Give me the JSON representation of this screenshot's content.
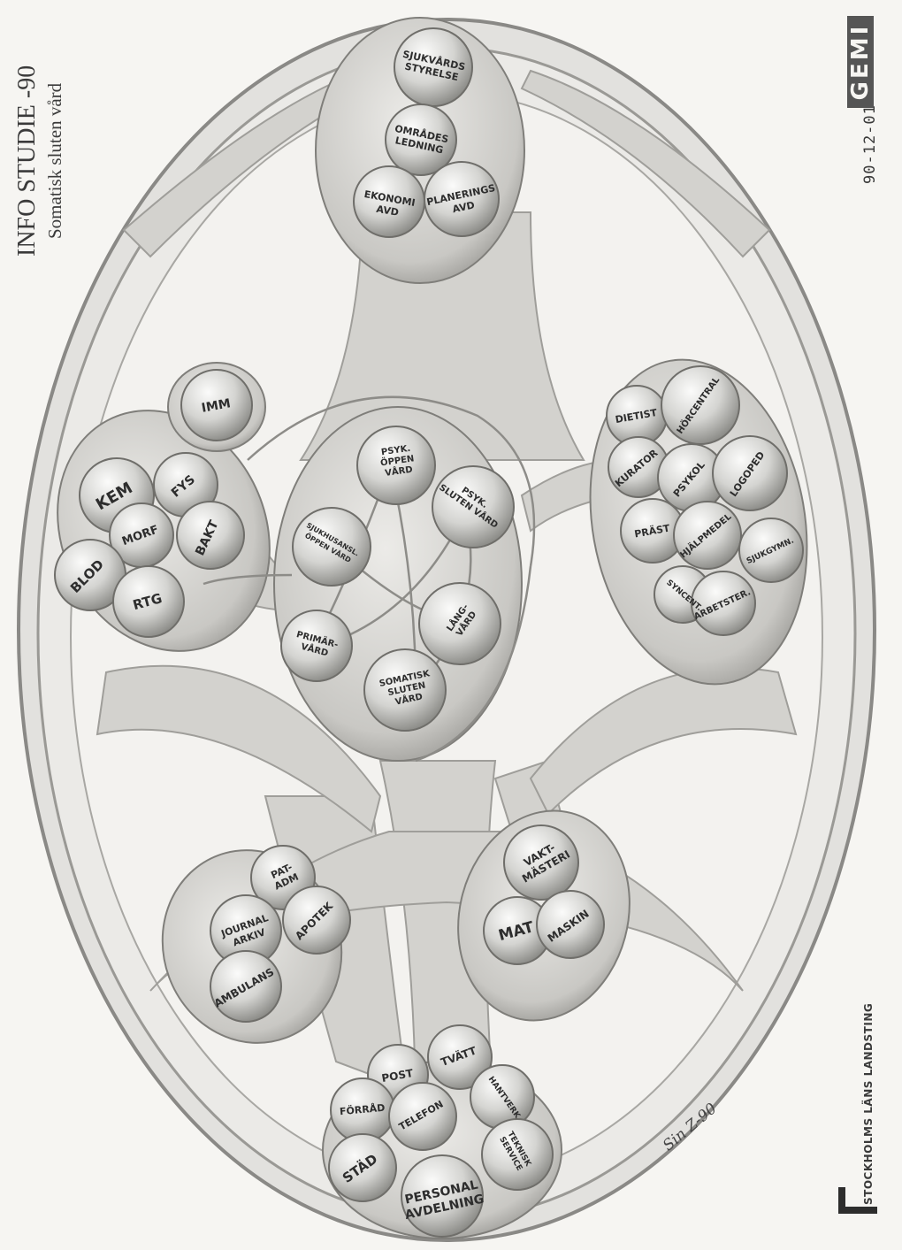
{
  "header": {
    "title": "INFO STUDIE -90",
    "subtitle": "Somatisk sluten vård",
    "date": "90-12-01",
    "brand": "GEMI"
  },
  "footer": {
    "publisher": "STOCKHOLMS LÄNS LANDSTING",
    "signature": "Sin Z-90"
  },
  "diagram": {
    "top_cluster": [
      "SJUKVÅRDS STYRELSE",
      "OMRÅDES LEDNING",
      "EKONOMI AVD",
      "PLANERINGS AVD"
    ],
    "left_cluster": [
      "IMM",
      "KEM",
      "FYS",
      "MORF",
      "BAKT",
      "BLOD",
      "RTG"
    ],
    "center_cluster": [
      "PSYK. ÖPPEN VÅRD",
      "PSYK. SLUTEN VÅRD",
      "SJUKHUSANSL. ÖPPEN VÅRD",
      "PRIMÄR-VÅRD",
      "LÅNG-VÅRD",
      "SOMATISK SLUTEN VÅRD"
    ],
    "right_cluster": [
      "DIETIST",
      "HÖRCENTRAL",
      "KURATOR",
      "PSYKOL",
      "LOGOPED",
      "PRÄST",
      "HJÄLPMEDEL",
      "SJUKGYMN.",
      "SYNCENT.",
      "ARBETSTER."
    ],
    "bottom_left_cluster": [
      "PAT-ADM",
      "JOURNAL ARKIV",
      "APOTEK",
      "AMBULANS"
    ],
    "bottom_right_cluster": [
      "VAKT-MÄSTERI",
      "MAT",
      "MASKIN"
    ],
    "bottom_cluster": [
      "POST",
      "TVÄTT",
      "FÖRRÅD",
      "TELEFON",
      "HANTVERK",
      "TEKNISK SERVICE",
      "STÄD",
      "PERSONAL AVDELNING"
    ]
  },
  "colors": {
    "paper": "#f6f5f2",
    "ink": "#2d2d2d",
    "bubble": "#d9d9d6",
    "tissue": "#cfcfcb"
  }
}
